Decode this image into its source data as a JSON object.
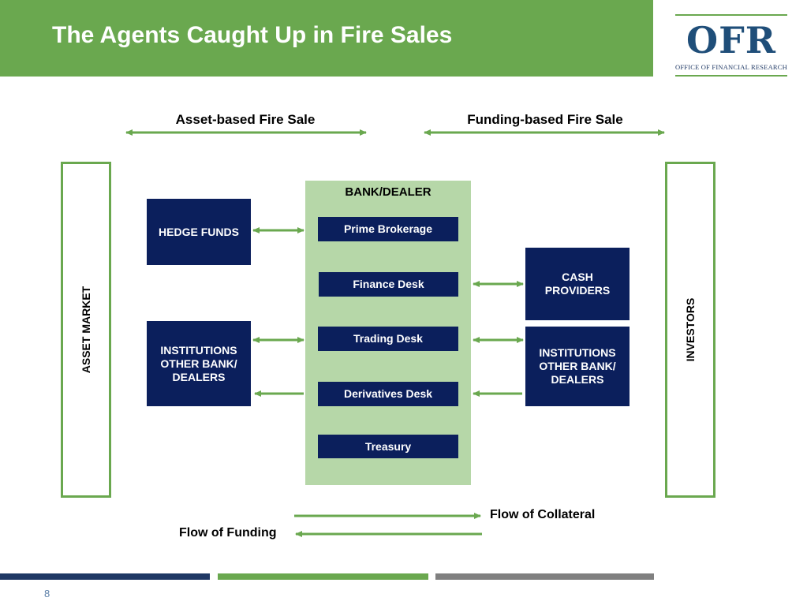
{
  "slide": {
    "title": "The Agents Caught Up in Fire Sales",
    "page_number": "8"
  },
  "logo": {
    "text": "OFR",
    "subtitle": "OFFICE OF FINANCIAL RESEARCH"
  },
  "headings": {
    "asset_based": "Asset-based Fire Sale",
    "funding_based": "Funding-based Fire Sale"
  },
  "side_labels": {
    "left": "ASSET MARKET",
    "right": "INVESTORS"
  },
  "bank": {
    "title": "BANK/DEALER",
    "desks": [
      "Prime Brokerage",
      "Finance Desk",
      "Trading Desk",
      "Derivatives Desk",
      "Treasury"
    ]
  },
  "left_boxes": {
    "hedge_funds": "HEDGE FUNDS",
    "institutions": "INSTITUTIONS OTHER BANK/ DEALERS"
  },
  "right_boxes": {
    "cash_providers": "CASH PROVIDERS",
    "institutions": "INSTITUTIONS OTHER BANK/ DEALERS"
  },
  "legend": {
    "collateral": "Flow of Collateral",
    "funding": "Flow of Funding"
  },
  "colors": {
    "green": "#6aa84f",
    "navy": "#0b1f5c",
    "bank_bg": "#b6d7a8",
    "footer_blue": "#1f3864",
    "footer_green": "#6aa84f",
    "footer_gray": "#808080"
  }
}
